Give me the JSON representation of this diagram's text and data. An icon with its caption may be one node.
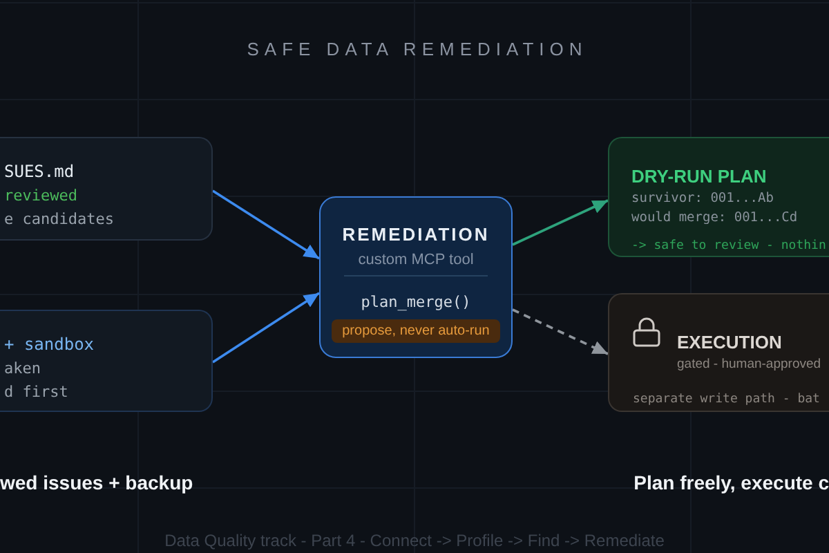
{
  "diagram": {
    "title": "SAFE DATA REMEDIATION",
    "nodes": [
      {
        "text": [
          "SUES.md",
          "reviewed",
          "e candidates"
        ]
      },
      {
        "text": [
          "+ sandbox",
          "aken",
          "d first"
        ]
      },
      {
        "text": [
          "REMEDIATION",
          "custom MCP tool",
          "plan_merge()",
          "propose, never auto-run"
        ]
      },
      {
        "text": [
          "DRY-RUN PLAN",
          "survivor: 001...Ab",
          "would merge: 001...Cd",
          "-> safe to review - nothin"
        ]
      },
      {
        "text": [
          "EXECUTION",
          "gated - human-approved",
          "separate write path - bat"
        ]
      }
    ],
    "edges": [
      {
        "from": 0,
        "to": 2,
        "arrow": "to"
      },
      {
        "from": 1,
        "to": 2,
        "arrow": "to"
      },
      {
        "from": 2,
        "to": 3,
        "arrow": "to",
        "color": "#2ea37c"
      },
      {
        "from": 2,
        "to": 4,
        "arrow": "to",
        "style": "dashed",
        "color": "#8f959c"
      }
    ],
    "labels": [
      "wed issues + backup",
      "Plan freely, execute c",
      "Data Quality track - Part 4 - Connect -> Profile -> Find -> Remediate"
    ]
  }
}
